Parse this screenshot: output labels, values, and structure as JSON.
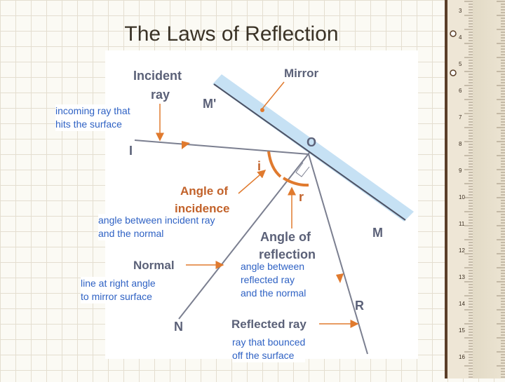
{
  "slide": {
    "title": "The Laws of Reflection"
  },
  "figure": {
    "incident_ray": "Incident",
    "incident_ray_2": "ray",
    "mirror": "Mirror",
    "m_prime": "M'",
    "o": "O",
    "i_point": "I",
    "i_angle": "i",
    "angle_incidence_1": "Angle of",
    "angle_incidence_2": "incidence",
    "r_angle": "r",
    "m": "M",
    "angle_reflection_1": "Angle of",
    "angle_reflection_2": "reflection",
    "normal": "Normal",
    "r_point": "R",
    "n": "N",
    "reflected_ray": "Reflected ray"
  },
  "notes": {
    "incoming": [
      "incoming ray that",
      "hits the surface"
    ],
    "incidence": [
      "angle between incident ray",
      "and the normal"
    ],
    "normal": [
      "line at right angle",
      "to mirror surface"
    ],
    "reflection": [
      "angle between",
      "reflected ray",
      "and the normal"
    ],
    "reflected": [
      "ray that bounced",
      "off the surface"
    ]
  },
  "ruler": {
    "numbers": [
      "3",
      "4",
      "5",
      "6",
      "7",
      "8",
      "9",
      "10",
      "11",
      "12",
      "13",
      "14",
      "15",
      "16"
    ]
  },
  "colors": {
    "title": "#3a3226",
    "note": "#2f62c4",
    "label": "#5b6178",
    "accent": "#c2622a",
    "mirror": "#bcdcf2"
  }
}
